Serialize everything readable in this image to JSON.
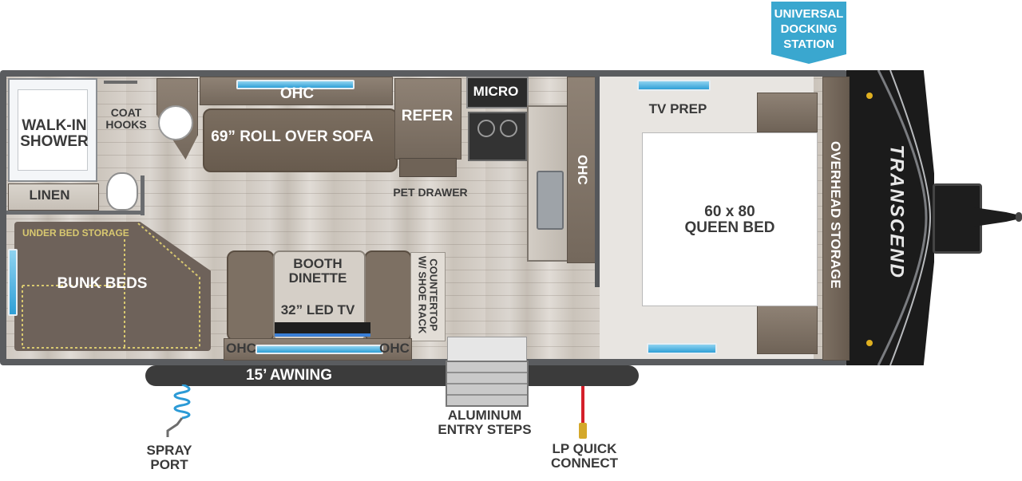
{
  "labels": {
    "docking_station": [
      "UNIVERSAL",
      "DOCKING",
      "STATION"
    ],
    "walk_in_shower": [
      "WALK-IN",
      "SHOWER"
    ],
    "coat_hooks": [
      "COAT",
      "HOOKS"
    ],
    "linen": "LINEN",
    "ohc_top": "OHC",
    "sofa": "69” ROLL OVER SOFA",
    "refer": "REFER",
    "micro": "MICRO",
    "pet_drawer": "PET DRAWER",
    "ohc_kitchen": "OHC",
    "tv_prep": "TV PREP",
    "queen_bed": [
      "60 x 80",
      "QUEEN BED"
    ],
    "overhead_storage": "OVERHEAD STORAGE",
    "brand": "TRANSCEND",
    "under_bed_storage": "UNDER BED STORAGE",
    "bunk_beds": "BUNK BEDS",
    "booth_dinette": [
      "BOOTH",
      "DINETTE"
    ],
    "led_tv": "32” LED TV",
    "countertop": [
      "COUNTERTOP",
      "W/ SHOE RACK"
    ],
    "ohc_left": "OHC",
    "ohc_right": "OHC",
    "awning": "15’ AWNING",
    "entry_steps": [
      "ALUMINUM",
      "ENTRY STEPS"
    ],
    "spray_port": [
      "SPRAY",
      "PORT"
    ],
    "lp_quick_connect": [
      "LP QUICK",
      "CONNECT"
    ]
  },
  "colors": {
    "docking_badge": "#3aa7cf",
    "trailer_outline": "#55575a",
    "front_cap": "#1a1a1a",
    "awning_bar": "#3b3b3b",
    "spray_hose": "#2b9ad6",
    "lp_line": "#d4202a",
    "lp_fitting": "#d4a82a",
    "window": "#2f9fd6",
    "under_bed_dots": "#d8c870"
  }
}
